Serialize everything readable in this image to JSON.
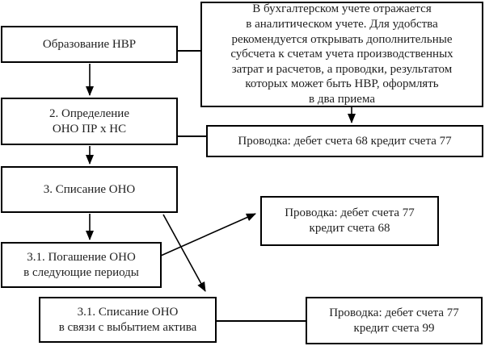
{
  "colors": {
    "background": "#ffffff",
    "line": "#000000",
    "text": "#1f1f1f"
  },
  "boxes": {
    "obrazovanie": {
      "lines": [
        "Образование НВР"
      ]
    },
    "opredelenie": {
      "lines": [
        "2. Определение",
        "ОНО ПР х НС"
      ]
    },
    "spisanie": {
      "lines": [
        "3. Списание ОНО"
      ]
    },
    "pogashenie": {
      "lines": [
        "3.1. Погашение ОНО",
        "в следующие периоды"
      ]
    },
    "vybytie": {
      "lines": [
        "3.1. Списание ОНО",
        "в связи с выбытием актива"
      ]
    },
    "note": {
      "lines": [
        "В бухгалтерском учете отражается",
        "в аналитическом учете. Для удобства",
        "рекомендуется открывать дополнительные",
        "субсчета к счетам учета производственных",
        "затрат и расчетов, а проводки, результатом",
        "которых может быть НВР, оформлять",
        "в два приема"
      ]
    },
    "provodka_68_77": {
      "lines": [
        "Проводка: дебет счета 68 кредит счета 77"
      ]
    },
    "provodka_77_68": {
      "lines": [
        "Проводка: дебет счета 77",
        "кредит счета 68"
      ]
    },
    "provodka_77_99": {
      "lines": [
        "Проводка: дебет счета 77",
        "кредит счета 99"
      ]
    }
  }
}
